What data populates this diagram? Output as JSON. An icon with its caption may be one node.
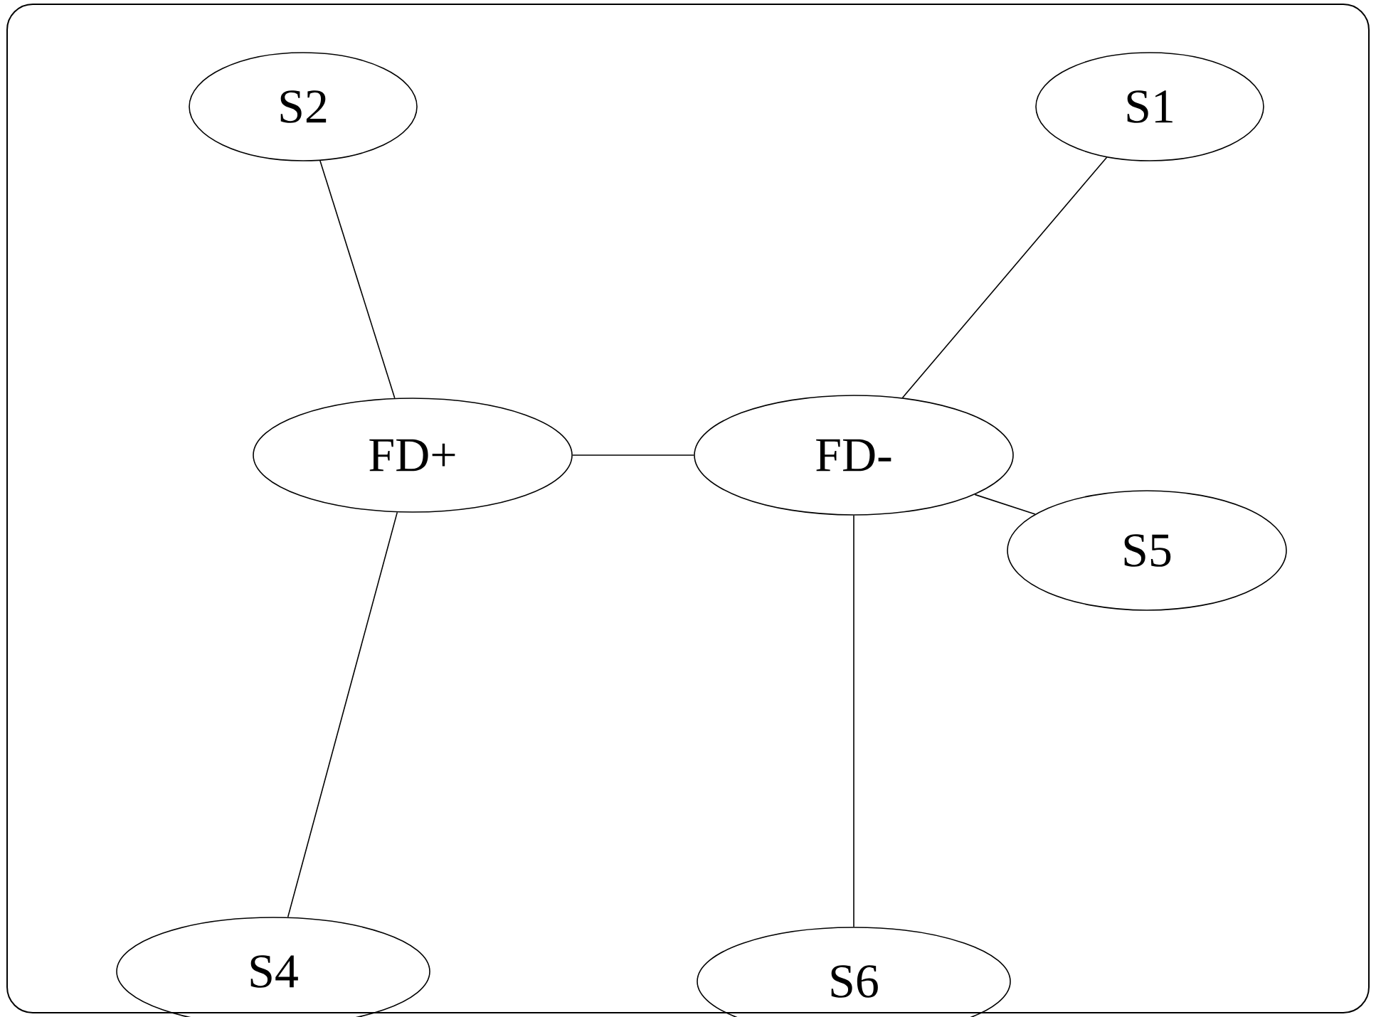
{
  "diagram": {
    "nodes": [
      {
        "text": [
          "S2"
        ]
      },
      {
        "text": [
          "S1"
        ]
      },
      {
        "text": [
          "FD+"
        ]
      },
      {
        "text": [
          "FD-"
        ]
      },
      {
        "text": [
          "S5"
        ]
      },
      {
        "text": [
          "S4"
        ]
      },
      {
        "text": [
          "S6"
        ]
      }
    ],
    "edges": [
      {
        "from": 0,
        "to": 2,
        "arrow": "none"
      },
      {
        "from": 1,
        "to": 3,
        "arrow": "none"
      },
      {
        "from": 2,
        "to": 3,
        "arrow": "none"
      },
      {
        "from": 2,
        "to": 5,
        "arrow": "none"
      },
      {
        "from": 3,
        "to": 4,
        "arrow": "none"
      },
      {
        "from": 3,
        "to": 6,
        "arrow": "none"
      }
    ]
  }
}
